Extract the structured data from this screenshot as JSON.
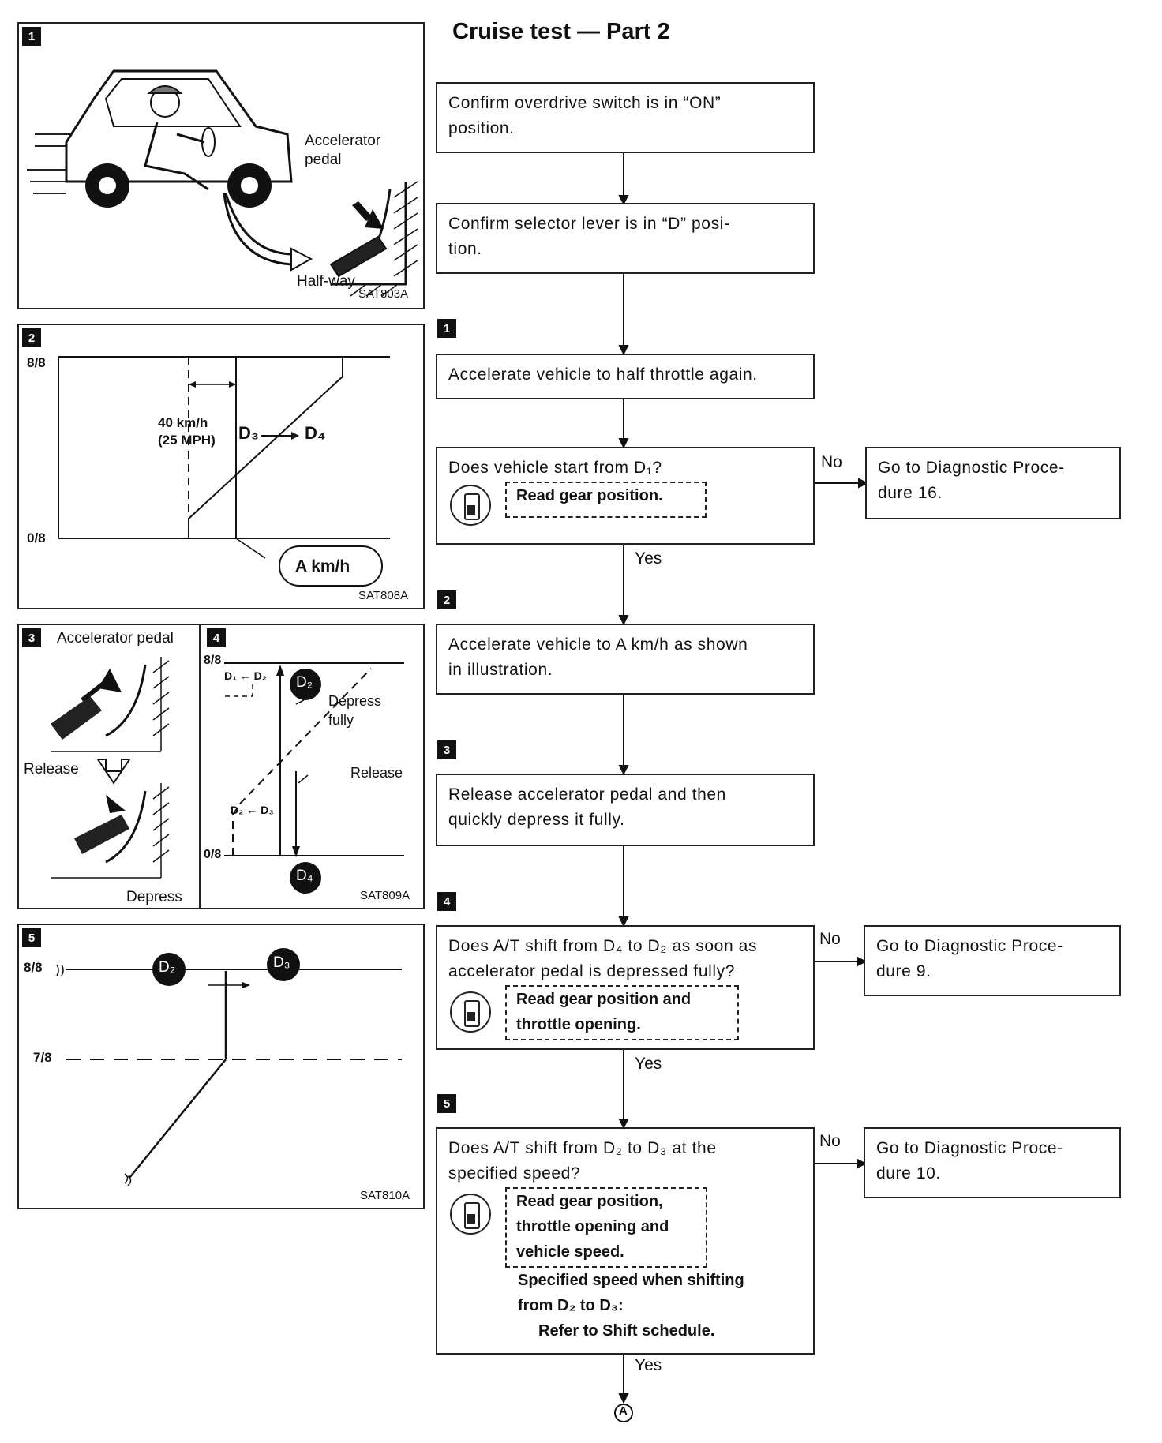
{
  "title": "Cruise test — Part 2",
  "panels": {
    "p1": {
      "num": "1",
      "ref": "SAT803A",
      "accel_label": "Accelerator",
      "pedal_label": "pedal",
      "halfway": "Half-way"
    },
    "p2": {
      "num": "2",
      "ref": "SAT808A",
      "top": "8/8",
      "bottom": "0/8",
      "speed1": "40 km/h",
      "speed2": "(25 MPH)",
      "d3": "D₃",
      "d4": "D₄",
      "akmh": "A km/h"
    },
    "p3": {
      "num": "3",
      "accel": "Accelerator pedal",
      "release": "Release",
      "depress": "Depress"
    },
    "p4": {
      "num": "4",
      "ref": "SAT809A",
      "top": "8/8",
      "bottom": "0/8",
      "d1d2": "D₁ ← D₂",
      "d2d3": "D₂ ← D₃",
      "d2": "D₂",
      "d4": "D₄",
      "depress1": "Depress",
      "depress2": "fully",
      "release": "Release"
    },
    "p5": {
      "num": "5",
      "ref": "SAT810A",
      "top": "8/8",
      "mid": "7/8",
      "d2": "D₂",
      "d3": "D₃"
    }
  },
  "flow": {
    "box1_l1": "Confirm overdrive switch is in “ON”",
    "box1_l2": "position.",
    "box2_l1": "Confirm selector lever is in “D” posi-",
    "box2_l2": "tion.",
    "step1": "1",
    "box3": "Accelerate vehicle to half throttle again.",
    "box4_q": "Does vehicle start from D₁?",
    "box4_read": "Read gear position.",
    "no1": "No",
    "go16_l1": "Go to Diagnostic Proce-",
    "go16_l2": "dure 16.",
    "yes1": "Yes",
    "step2": "2",
    "box5_l1": "Accelerate vehicle to A km/h as shown",
    "box5_l2": "in illustration.",
    "step3": "3",
    "box6_l1": "Release accelerator pedal and then",
    "box6_l2": "quickly depress it fully.",
    "step4": "4",
    "box7_l1": "Does A/T shift from D₄ to D₂ as soon as",
    "box7_l2": "accelerator pedal is depressed fully?",
    "box7_read1": "Read gear position and",
    "box7_read2": "throttle opening.",
    "no2": "No",
    "go9_l1": "Go to Diagnostic Proce-",
    "go9_l2": "dure 9.",
    "yes2": "Yes",
    "step5": "5",
    "box8_l1": "Does A/T shift from D₂ to D₃ at the",
    "box8_l2": "specified speed?",
    "box8_read1": "Read gear position,",
    "box8_read2": "throttle opening and",
    "box8_read3": "vehicle speed.",
    "box8_spec1": "Specified speed when shifting",
    "box8_spec2": "from D₂ to D₃:",
    "box8_spec3": "Refer to Shift schedule.",
    "no3": "No",
    "go10_l1": "Go to Diagnostic Proce-",
    "go10_l2": "dure 10.",
    "yes3": "Yes",
    "connector": "A"
  }
}
